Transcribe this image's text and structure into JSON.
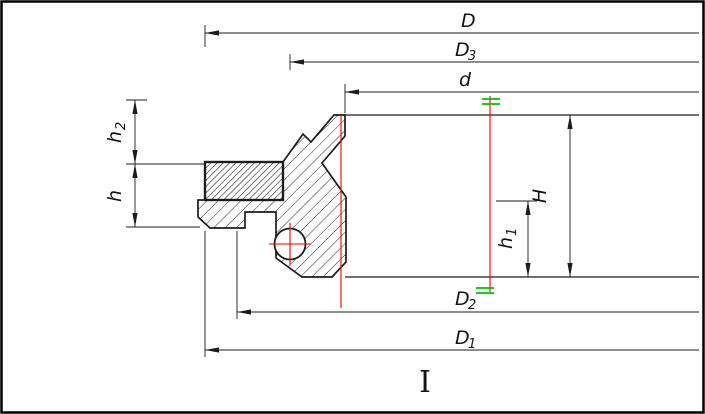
{
  "drawing": {
    "dimensions": {
      "D": {
        "label": "D"
      },
      "D3": {
        "base": "D",
        "sub": "3"
      },
      "d": {
        "label": "d"
      },
      "H": {
        "label": "H"
      },
      "h1": {
        "base": "h",
        "sub": "1"
      },
      "h2": {
        "base": "h",
        "sub": "2"
      },
      "h": {
        "label": "h"
      },
      "D2": {
        "base": "D",
        "sub": "2"
      },
      "D1": {
        "base": "D",
        "sub": "1"
      }
    },
    "section_label": "I",
    "colors": {
      "line": "#1c1c1c",
      "centerline": "#fb0000",
      "finish_mark": "#00c000",
      "background": "#ffffff"
    }
  }
}
